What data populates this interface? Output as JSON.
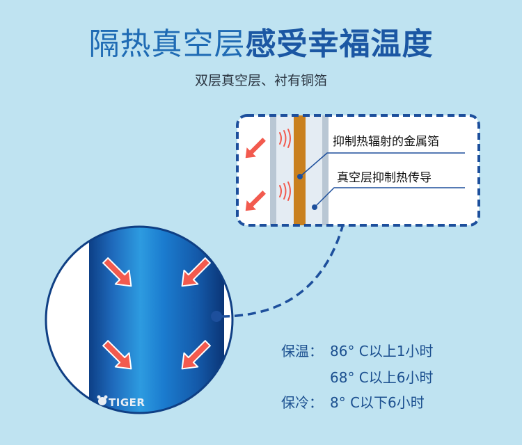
{
  "header": {
    "title_regular": "隔热真空层",
    "title_bold": "感受幸福温度",
    "subtitle": "双层真空层、衬有铜箔"
  },
  "callouts": {
    "foil": "抑制热辐射的金属箔",
    "vacuum": "真空层抑制热传导"
  },
  "brand": "TIGER",
  "specs": {
    "warm_label": "保温：",
    "warm_line1": "86° C以上1小时",
    "warm_line2": "68° C以上6小时",
    "cold_label": "保冷：",
    "cold_line": "8° C以下6小时"
  },
  "colors": {
    "background": "#bfe3f1",
    "title_blue": "#1b57a3",
    "arrow_red": "#f25a4e",
    "copper": "#c9801e",
    "dashed_border": "#1d4f9c"
  }
}
